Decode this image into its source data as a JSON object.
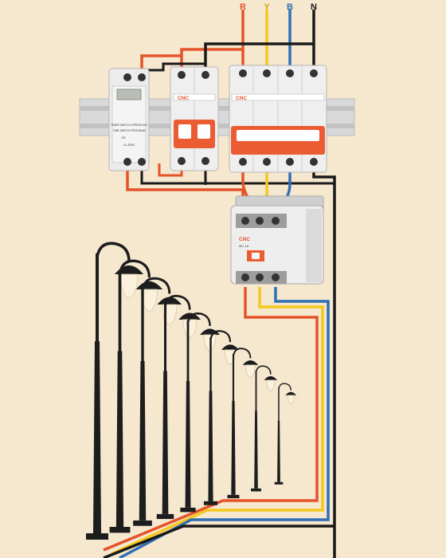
{
  "phases": {
    "r": {
      "label": "R",
      "color": "#e5532a"
    },
    "y": {
      "label": "Y",
      "color": "#f4c81e"
    },
    "b": {
      "label": "B",
      "color": "#2f6fb3"
    },
    "n": {
      "label": "N",
      "color": "#1a1a1a"
    }
  },
  "timer": {
    "line1": "TIMER SWITCH OPERATION",
    "line2": "TIME SWITCH PROGRAM",
    "line3": "GL-D000",
    "cert": "CE"
  },
  "mcb_single": {
    "brand": "CNC"
  },
  "mcb_four_pole": {
    "brand": "CNC"
  },
  "contactor": {
    "brand": "CNC",
    "model": "MC-18"
  },
  "lamp_count": 9,
  "colors": {
    "background": "#f6e7cf",
    "device_body": "#eeeeee",
    "breaker_orange": "#ec5c33",
    "din_rail": "#d6d6d6",
    "lamp_post": "#1d1d1d"
  }
}
